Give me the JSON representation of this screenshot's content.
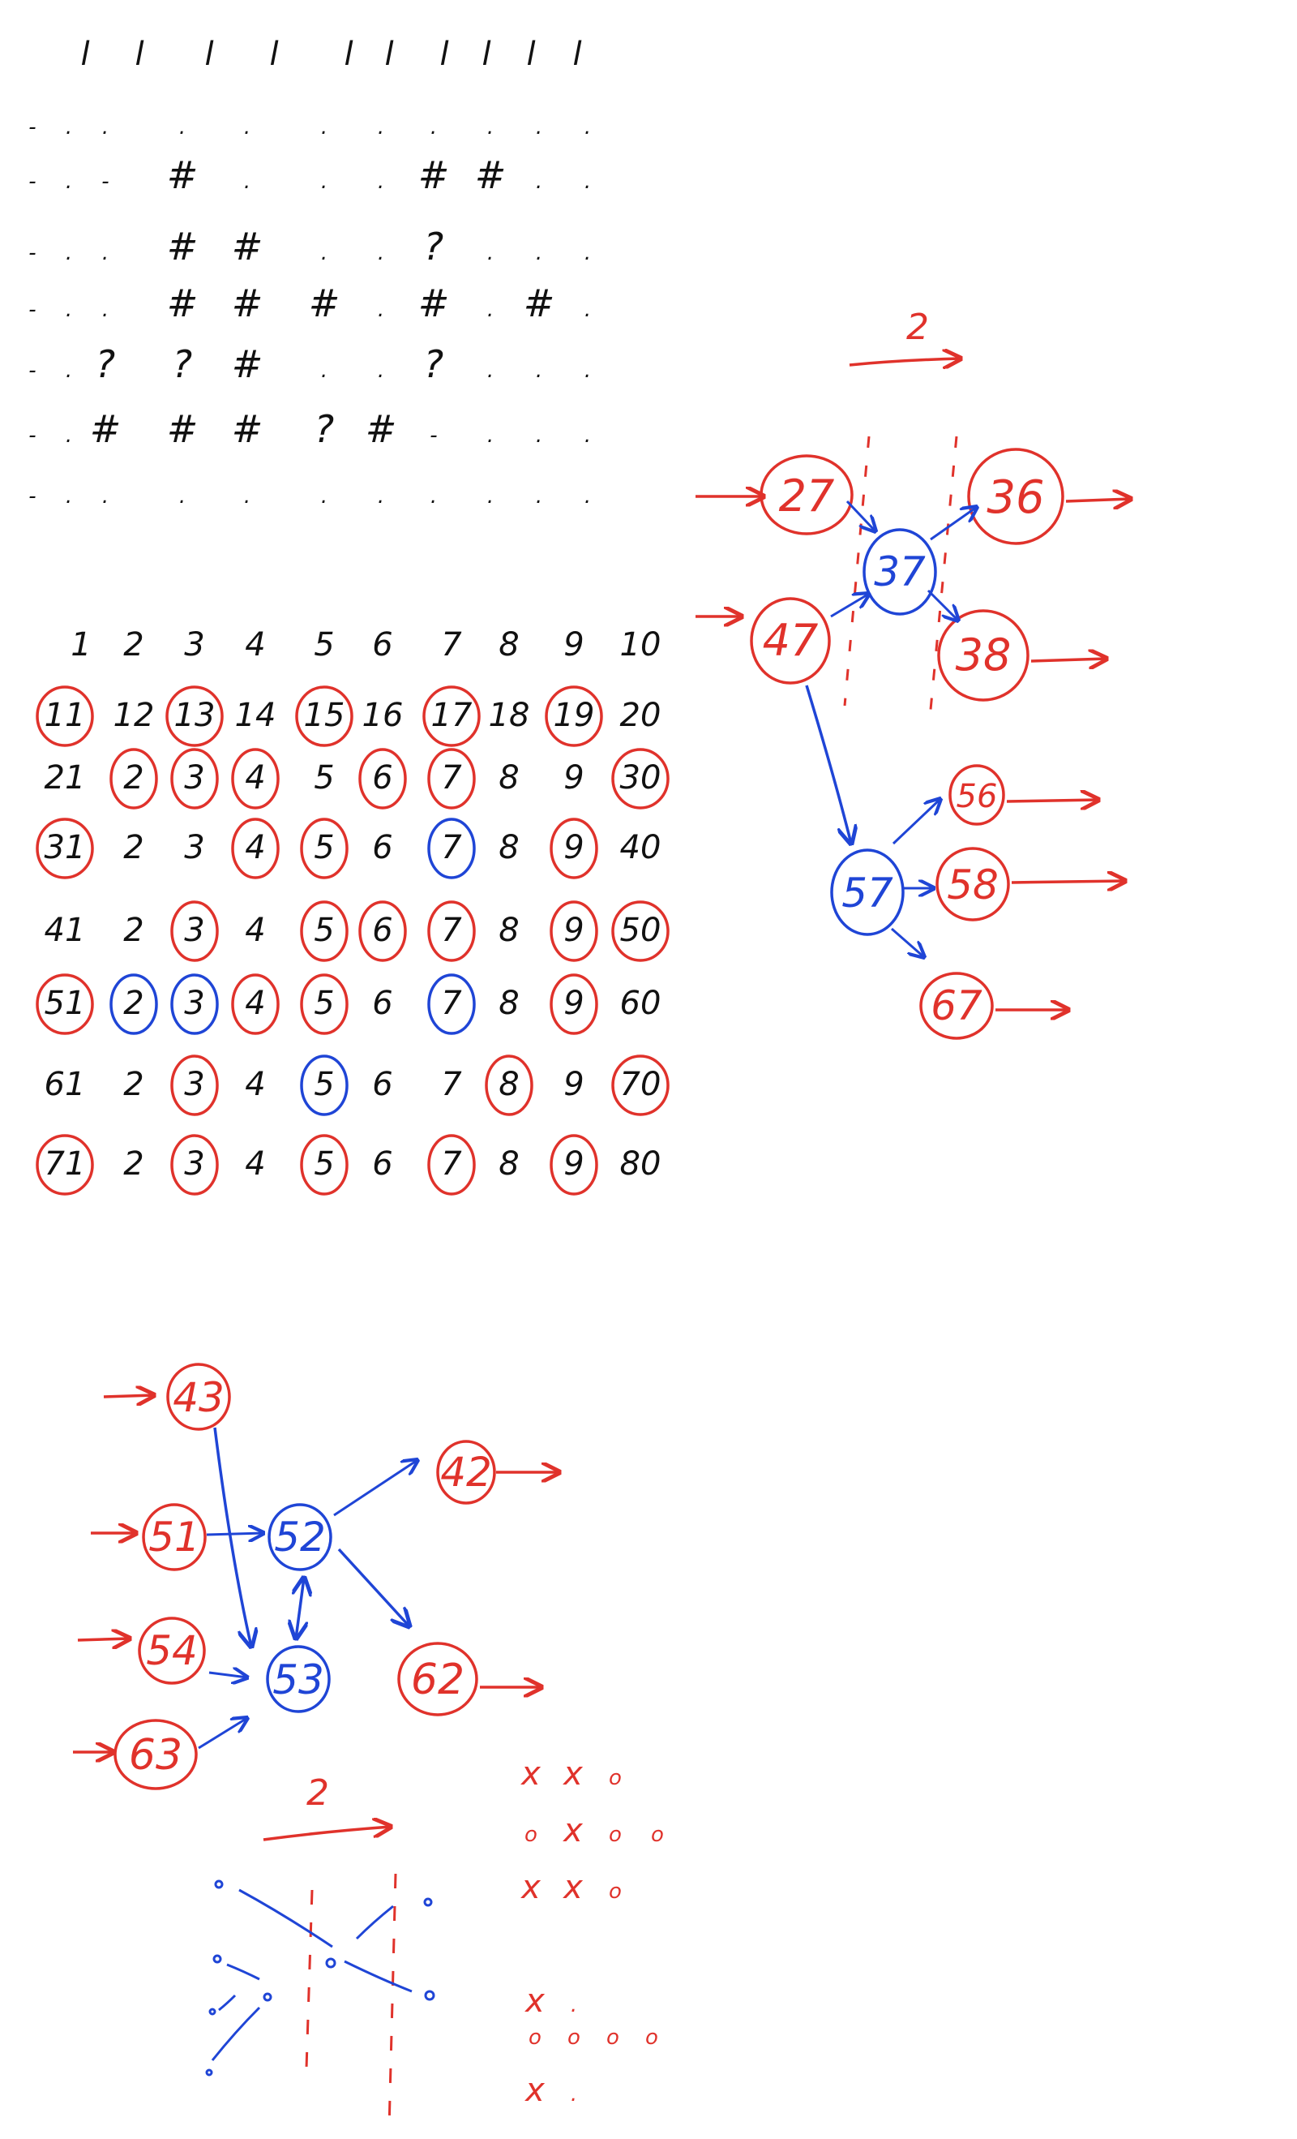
{
  "colors": {
    "ink": "#111111",
    "red": "#e0322b",
    "blue": "#1f45d6",
    "background": "#ffffff"
  },
  "tally": {
    "top_row": [
      "l",
      "l",
      "l",
      "l",
      "l",
      "l",
      "l",
      "l",
      "l",
      "l",
      "l"
    ],
    "grid_rows": [
      [
        "-",
        ".",
        ".",
        ".",
        ".",
        ".",
        ".",
        ".",
        ".",
        ".",
        "."
      ],
      [
        "-",
        ".",
        "-",
        "#",
        ".",
        ".",
        ".",
        "#",
        "#",
        ".",
        "."
      ],
      [
        "-",
        ".",
        ".",
        "#",
        "#",
        ".",
        ".",
        "?",
        ".",
        ".",
        "."
      ],
      [
        "-",
        ".",
        ".",
        "#",
        "#",
        "#",
        ".",
        "#",
        ".",
        "#",
        "."
      ],
      [
        "-",
        ".",
        "?",
        "?",
        "#",
        ".",
        ".",
        "?",
        ".",
        ".",
        "."
      ],
      [
        "-",
        ".",
        "#",
        "#",
        "#",
        "?",
        "#",
        "-",
        ".",
        ".",
        "."
      ],
      [
        "-",
        ".",
        ".",
        ".",
        ".",
        ".",
        ".",
        ".",
        ".",
        ".",
        "."
      ]
    ]
  },
  "number_grid": {
    "header": [
      "1",
      "2",
      "3",
      "4",
      "5",
      "6",
      "7",
      "8",
      "9",
      "10"
    ],
    "rows": [
      [
        {
          "t": "11",
          "c": "red"
        },
        {
          "t": "12"
        },
        {
          "t": "13",
          "c": "red"
        },
        {
          "t": "14"
        },
        {
          "t": "15",
          "c": "red"
        },
        {
          "t": "16"
        },
        {
          "t": "17",
          "c": "red"
        },
        {
          "t": "18"
        },
        {
          "t": "19",
          "c": "red"
        },
        {
          "t": "20"
        }
      ],
      [
        {
          "t": "21"
        },
        {
          "t": "2",
          "c": "red"
        },
        {
          "t": "3",
          "c": "red"
        },
        {
          "t": "4",
          "c": "red"
        },
        {
          "t": "5"
        },
        {
          "t": "6",
          "c": "red"
        },
        {
          "t": "7",
          "c": "red"
        },
        {
          "t": "8"
        },
        {
          "t": "9"
        },
        {
          "t": "30",
          "c": "red"
        }
      ],
      [
        {
          "t": "31",
          "c": "red"
        },
        {
          "t": "2"
        },
        {
          "t": "3"
        },
        {
          "t": "4",
          "c": "red"
        },
        {
          "t": "5",
          "c": "red"
        },
        {
          "t": "6"
        },
        {
          "t": "7",
          "c": "blue"
        },
        {
          "t": "8"
        },
        {
          "t": "9",
          "c": "red"
        },
        {
          "t": "40"
        }
      ],
      [
        {
          "t": "41"
        },
        {
          "t": "2"
        },
        {
          "t": "3",
          "c": "red"
        },
        {
          "t": "4"
        },
        {
          "t": "5",
          "c": "red"
        },
        {
          "t": "6",
          "c": "red"
        },
        {
          "t": "7",
          "c": "red"
        },
        {
          "t": "8"
        },
        {
          "t": "9",
          "c": "red"
        },
        {
          "t": "50",
          "c": "red"
        }
      ],
      [
        {
          "t": "51",
          "c": "red"
        },
        {
          "t": "2",
          "c": "blue"
        },
        {
          "t": "3",
          "c": "blue"
        },
        {
          "t": "4",
          "c": "red"
        },
        {
          "t": "5",
          "c": "red"
        },
        {
          "t": "6"
        },
        {
          "t": "7",
          "c": "blue"
        },
        {
          "t": "8"
        },
        {
          "t": "9",
          "c": "red"
        },
        {
          "t": "60"
        }
      ],
      [
        {
          "t": "61"
        },
        {
          "t": "2"
        },
        {
          "t": "3",
          "c": "red"
        },
        {
          "t": "4"
        },
        {
          "t": "5",
          "c": "blue"
        },
        {
          "t": "6"
        },
        {
          "t": "7"
        },
        {
          "t": "8",
          "c": "red"
        },
        {
          "t": "9"
        },
        {
          "t": "70",
          "c": "red"
        }
      ],
      [
        {
          "t": "71",
          "c": "red"
        },
        {
          "t": "2"
        },
        {
          "t": "3",
          "c": "red"
        },
        {
          "t": "4"
        },
        {
          "t": "5",
          "c": "red"
        },
        {
          "t": "6"
        },
        {
          "t": "7",
          "c": "red"
        },
        {
          "t": "8"
        },
        {
          "t": "9",
          "c": "red"
        },
        {
          "t": "80"
        }
      ]
    ]
  },
  "diagram_right": {
    "step_label": "2",
    "nodes": [
      {
        "id": "27",
        "label": "27",
        "color": "red"
      },
      {
        "id": "47",
        "label": "47",
        "color": "red"
      },
      {
        "id": "37",
        "label": "37",
        "color": "blue"
      },
      {
        "id": "36",
        "label": "36",
        "color": "red"
      },
      {
        "id": "38",
        "label": "38",
        "color": "red"
      },
      {
        "id": "57",
        "label": "57",
        "color": "blue"
      },
      {
        "id": "56",
        "label": "56",
        "color": "red"
      },
      {
        "id": "58",
        "label": "58",
        "color": "red"
      },
      {
        "id": "67",
        "label": "67",
        "color": "red"
      }
    ]
  },
  "diagram_left": {
    "nodes": [
      {
        "id": "43",
        "label": "43",
        "color": "red"
      },
      {
        "id": "51",
        "label": "51",
        "color": "red"
      },
      {
        "id": "54",
        "label": "54",
        "color": "red"
      },
      {
        "id": "63",
        "label": "63",
        "color": "red"
      },
      {
        "id": "52",
        "label": "52",
        "color": "blue"
      },
      {
        "id": "53",
        "label": "53",
        "color": "blue"
      },
      {
        "id": "42",
        "label": "42",
        "color": "red"
      },
      {
        "id": "62",
        "label": "62",
        "color": "red"
      }
    ]
  },
  "bottom_sketch": {
    "step_label": "2",
    "marks_top": [
      [
        "x",
        "x",
        "o"
      ],
      [
        "o",
        "x",
        "o",
        "o"
      ],
      [
        "x",
        "x",
        "o"
      ]
    ],
    "marks_bottom": [
      [
        "x",
        "."
      ],
      [
        "o",
        "o",
        "o",
        "o"
      ],
      [
        "x",
        "."
      ]
    ]
  }
}
